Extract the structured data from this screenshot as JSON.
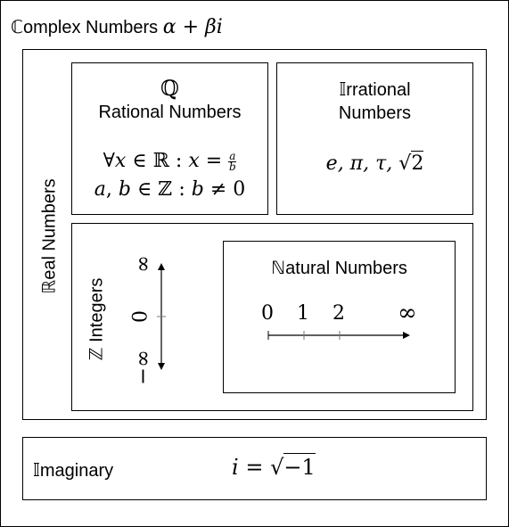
{
  "outer": {
    "set_symbol": "ℂ",
    "label_rest": "omplex Numbers",
    "formula": {
      "a": "α",
      "op": "+",
      "b": "β",
      "i": "i"
    }
  },
  "real": {
    "set_symbol": "ℝ",
    "label_rest": "eal Numbers"
  },
  "rational": {
    "symbol": "ℚ",
    "label": "Rational Numbers",
    "line1": {
      "forall": "∀",
      "x": "x",
      "in": "∈",
      "set": "ℝ",
      "colon": ":",
      "x2": "x",
      "eq": "=",
      "num": "a",
      "den": "b"
    },
    "line2": {
      "a": "a",
      "comma": ",",
      "b": "b",
      "in": "∈",
      "set": "ℤ",
      "colon": ":",
      "b2": "b",
      "neq": "≠",
      "zero": "0"
    }
  },
  "irrational": {
    "set_symbol": "𝕀",
    "label_rest": "rrational",
    "label_line2": "Numbers",
    "examples": "e, π, τ, ",
    "sqrt_arg": "2"
  },
  "integers": {
    "set_symbol": "ℤ",
    "label": "Integers",
    "axis": {
      "pos_inf": "∞",
      "zero": "0",
      "neg_inf": "−∞"
    }
  },
  "natural": {
    "set_symbol": "ℕ",
    "label_rest": "atural Numbers",
    "ticks": [
      "0",
      "1",
      "2"
    ],
    "inf": "∞"
  },
  "imaginary": {
    "set_symbol": "𝕀",
    "label_rest": "maginary",
    "formula": {
      "i": "i",
      "eq": "=",
      "arg": "−1"
    }
  }
}
